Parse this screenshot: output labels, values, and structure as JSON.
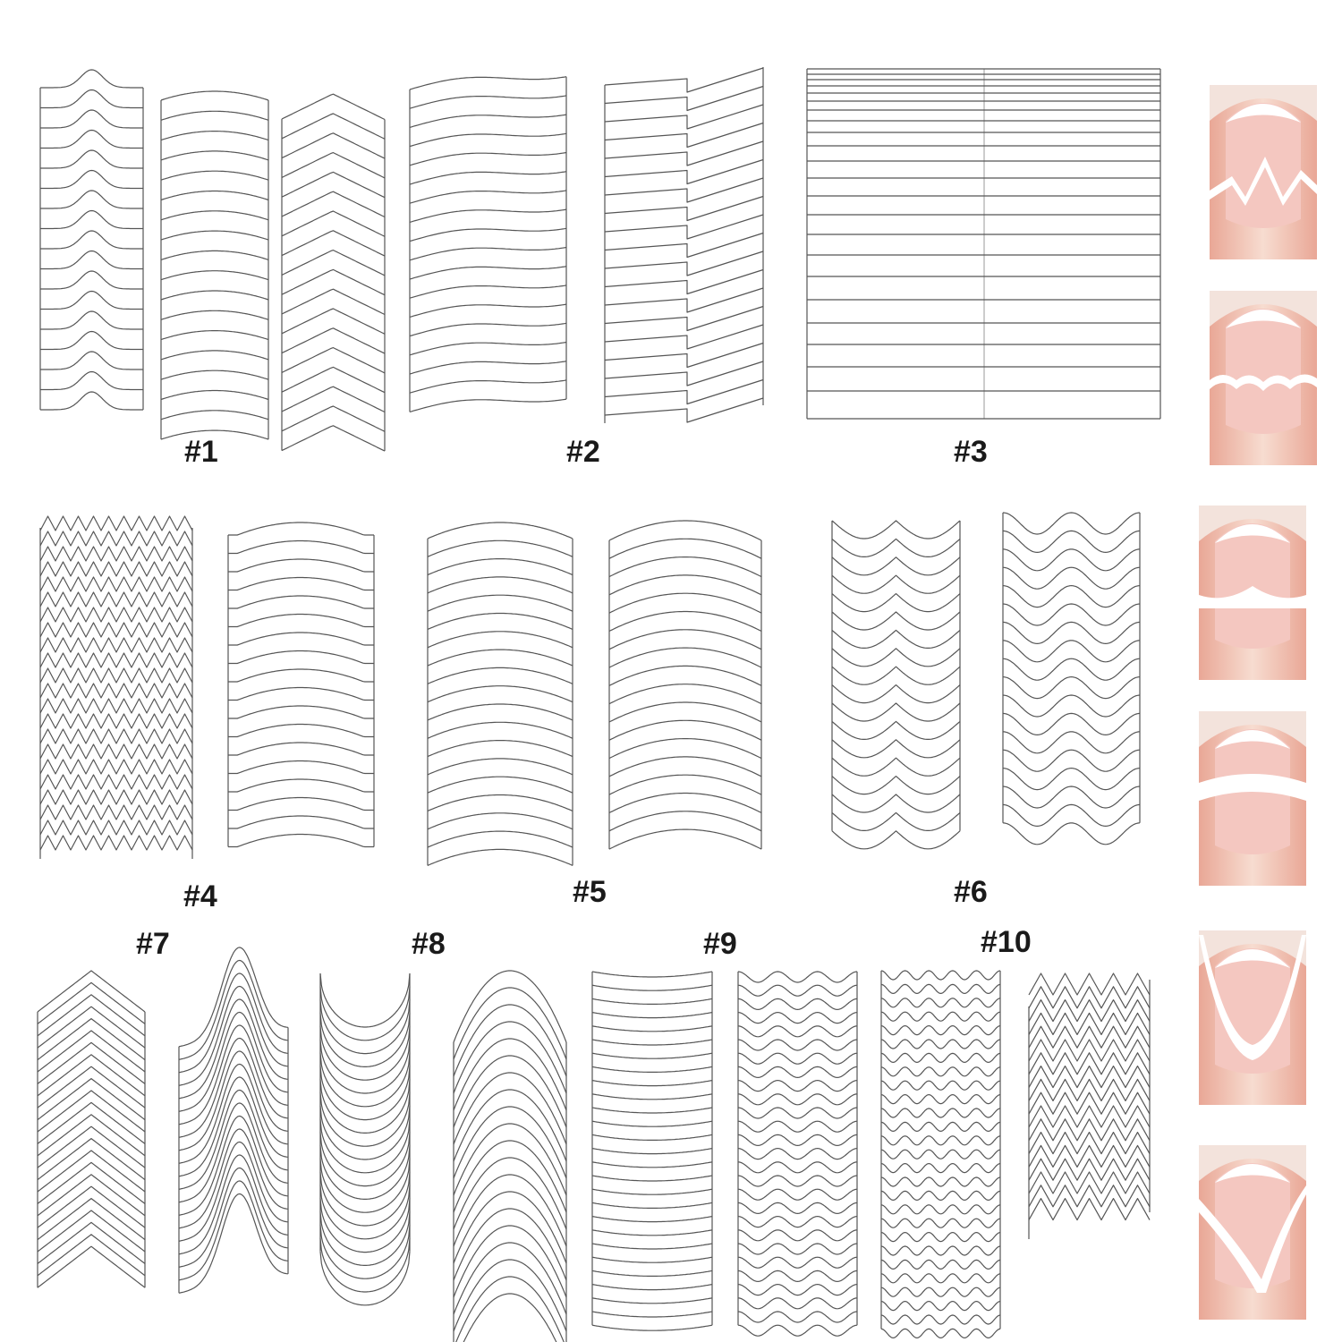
{
  "labels": {
    "l1": "#1",
    "l2": "#2",
    "l3": "#3",
    "l4": "#4",
    "l5": "#5",
    "l6": "#6",
    "l7": "#7",
    "l8": "#8",
    "l9": "#9",
    "l10": "#10"
  },
  "colors": {
    "stroke": "#555555",
    "skin_light": "#f7dcd0",
    "skin_dark": "#e9a796",
    "nail": "#f4c7c0",
    "tip": "#ffffff"
  },
  "samples": [
    {
      "pattern": "zigzag"
    },
    {
      "pattern": "scallop"
    },
    {
      "pattern": "scallop-band"
    },
    {
      "pattern": "curve-band"
    },
    {
      "pattern": "v-shape"
    },
    {
      "pattern": "check"
    }
  ]
}
